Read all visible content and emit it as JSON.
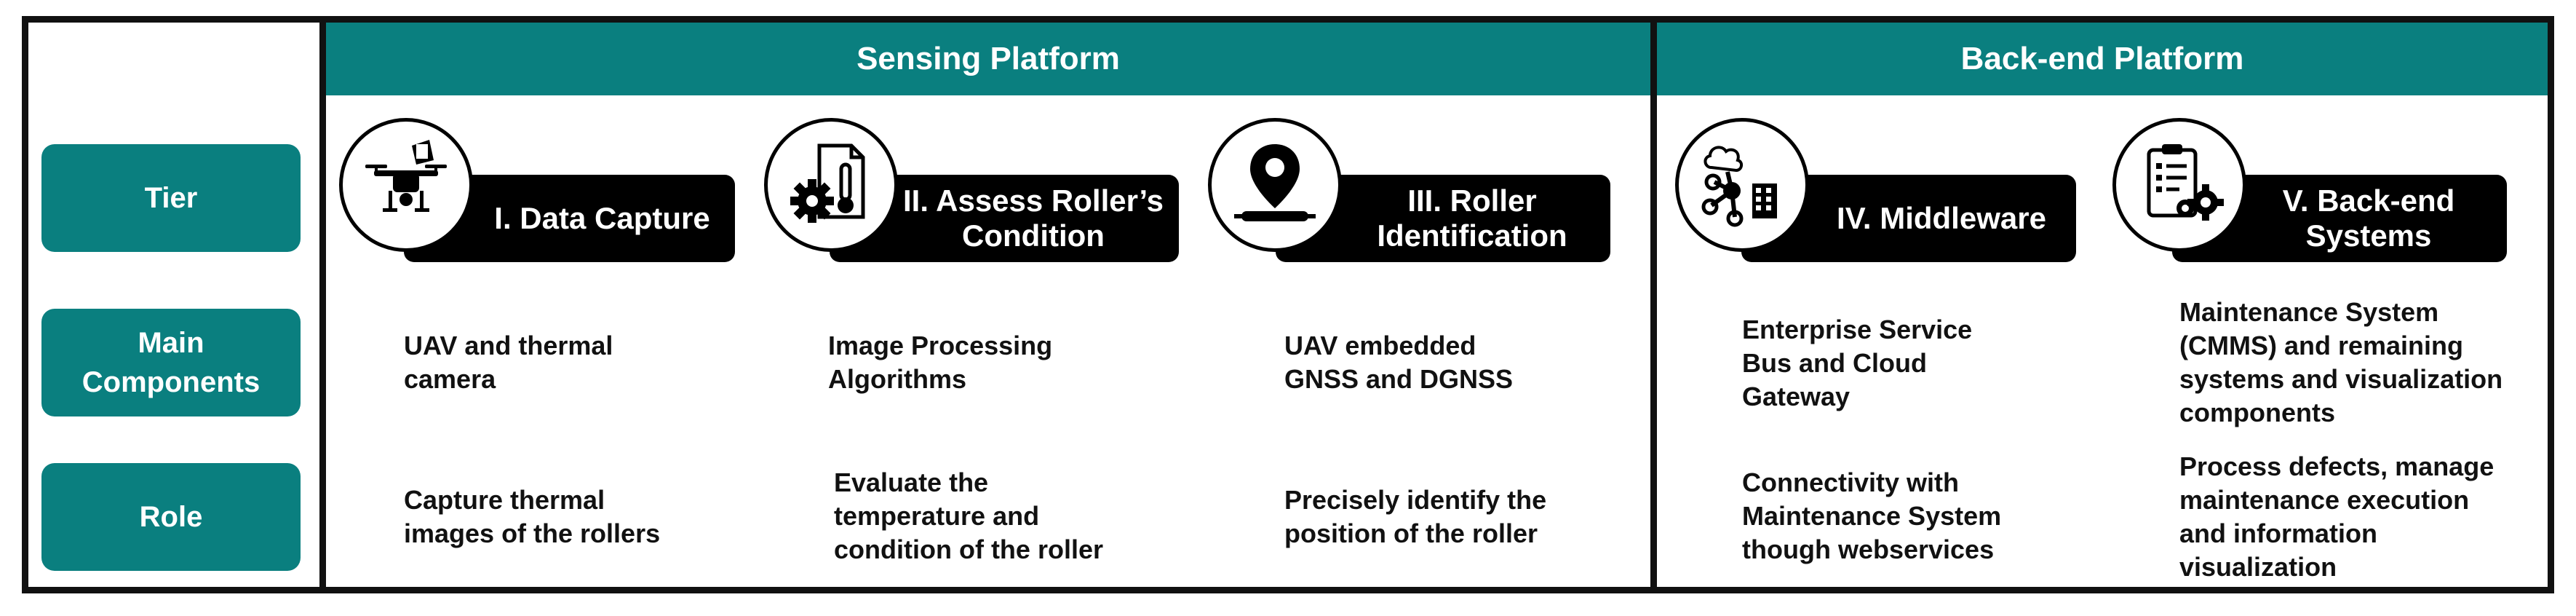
{
  "headers": {
    "sensing": "Sensing Platform",
    "backend": "Back-end Platform"
  },
  "rows": {
    "tier": "Tier",
    "components": "Main\nComponents",
    "role": "Role"
  },
  "tiers": [
    {
      "icon": "drone-icon",
      "title": "I. Data Capture",
      "components": "UAV and thermal\ncamera",
      "role": "Capture thermal\nimages of the rollers"
    },
    {
      "icon": "gear-thermometer-icon",
      "title": "II. Assess Roller’s\nCondition",
      "components": "Image Processing\nAlgorithms",
      "role": "Evaluate the\ntemperature and\ncondition of the roller"
    },
    {
      "icon": "location-pin-icon",
      "title": "III. Roller\nIdentification",
      "components": "UAV embedded\nGNSS and DGNSS",
      "role": "Precisely identify the\nposition of the roller"
    },
    {
      "icon": "network-cloud-icon",
      "title": "IV. Middleware",
      "components": "Enterprise Service\nBus and Cloud\nGateway",
      "role": "Connectivity with\nMaintenance System\nthough webservices"
    },
    {
      "icon": "clipboard-gears-icon",
      "title": "V. Back-end\nSystems",
      "components": "Maintenance System\n(CMMS) and remaining\nsystems and visualization\ncomponents",
      "role": "Process defects, manage\nmaintenance execution\nand information\nvisualization"
    }
  ],
  "colors": {
    "teal": "#0a7f7f",
    "black": "#000000",
    "white": "#ffffff"
  }
}
